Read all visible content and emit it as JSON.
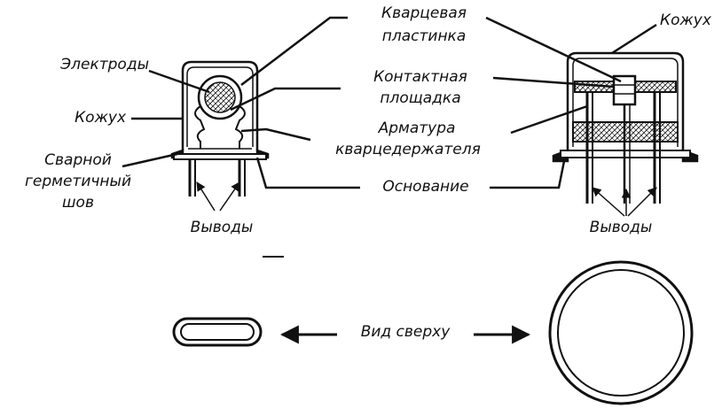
{
  "labels": {
    "electrodes": "Электроды",
    "casing_left": "Кожух",
    "casing_right": "Кожух",
    "welded_seam": [
      "Сварной",
      "герметичный",
      "шов"
    ],
    "quartz_plate": [
      "Кварцевая",
      "пластинка"
    ],
    "contact_pad": [
      "Контактная",
      "площадка"
    ],
    "holder_fittings": [
      "Арматура",
      "кварцедержателя"
    ],
    "base": "Основание",
    "leads_left": "Выводы",
    "leads_right": "Выводы",
    "top_view": "Вид сверху"
  }
}
